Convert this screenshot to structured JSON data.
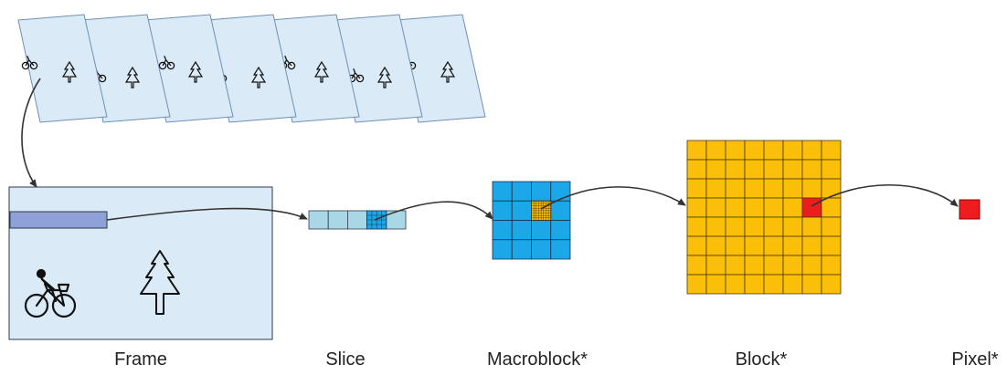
{
  "labels": {
    "frame": "Frame",
    "slice": "Slice",
    "macroblock": "Macroblock*",
    "block": "Block*",
    "pixel": "Pixel*"
  },
  "colors": {
    "frame_fill": "#dbeaf7",
    "frame_stroke": "#2a3a4a",
    "slice_bar": "#8fa1d6",
    "slice_cell": "#a9d7e6",
    "macroblock": "#1ca7e9",
    "block": "#fbbf0a",
    "pixel": "#ee1c1c",
    "arrow": "#333333"
  },
  "icons": {
    "small_frames": "bicycle-and-tree-icons",
    "frame": [
      "bicycle-rider-icon",
      "tree-icon"
    ]
  },
  "grids": {
    "slice_cells": 5,
    "macroblock_size": 4,
    "block_size": 8
  }
}
